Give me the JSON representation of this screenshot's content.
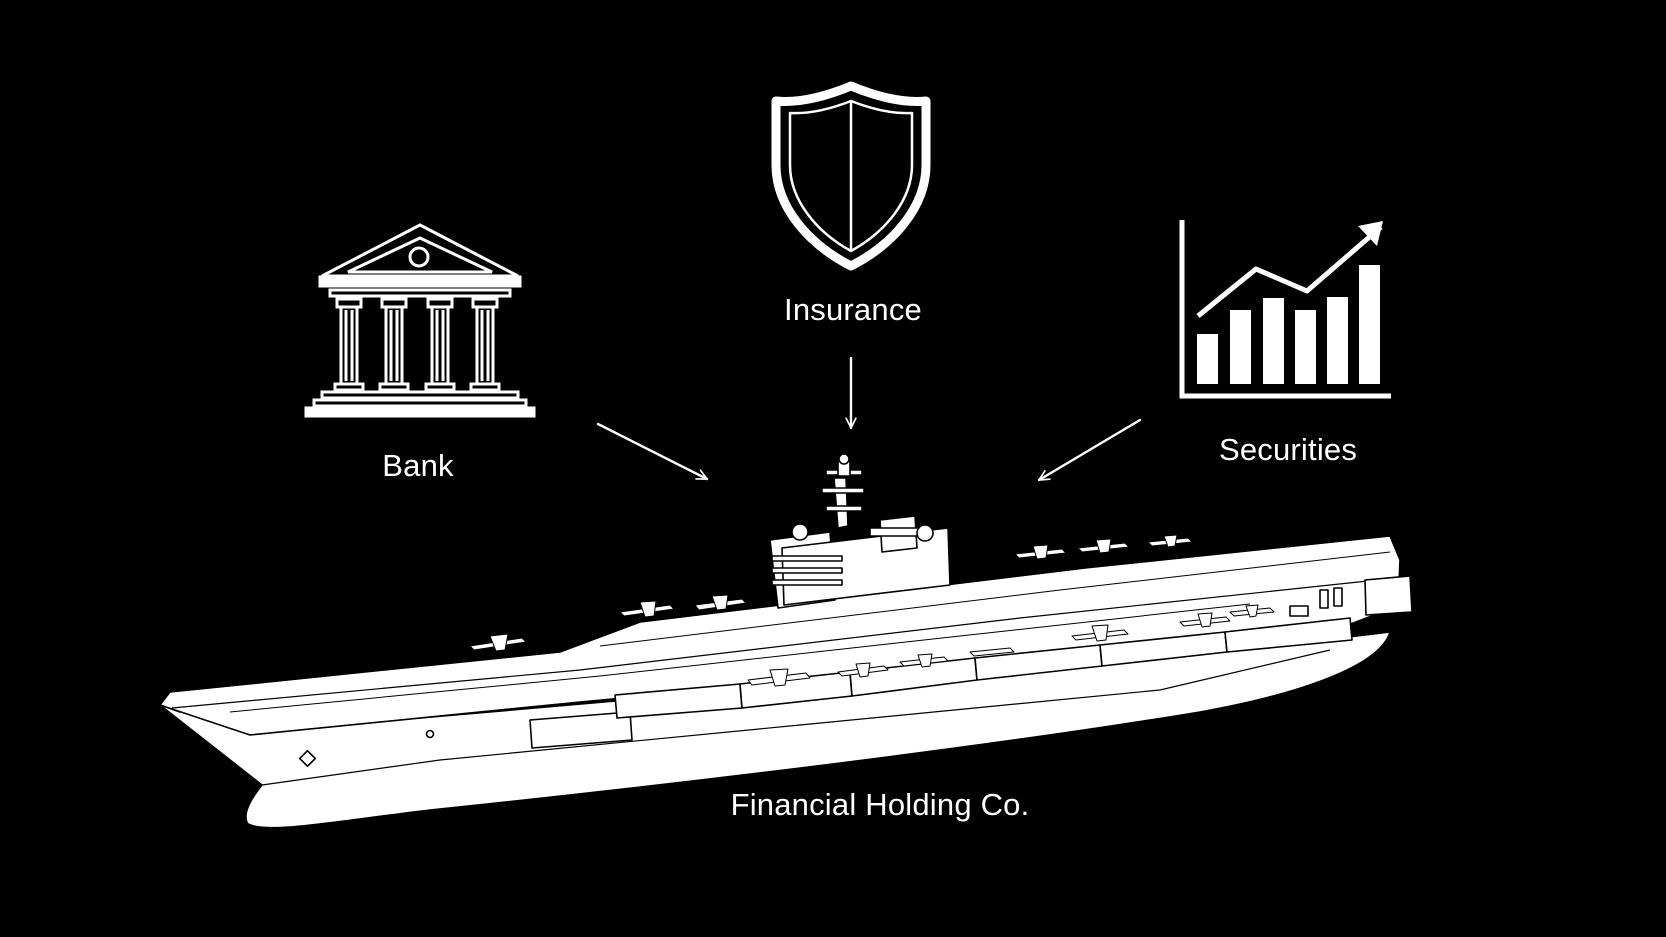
{
  "diagram": {
    "background_color": "#000000",
    "foreground_color": "#ffffff",
    "nodes": [
      {
        "id": "bank",
        "label": "Bank",
        "icon": "bank-building-icon"
      },
      {
        "id": "insurance",
        "label": "Insurance",
        "icon": "shield-icon"
      },
      {
        "id": "securities",
        "label": "Securities",
        "icon": "bar-chart-trend-icon"
      },
      {
        "id": "holding",
        "label": "Financial Holding Co.",
        "icon": "aircraft-carrier-icon"
      }
    ],
    "edges": [
      {
        "from": "bank",
        "to": "holding"
      },
      {
        "from": "insurance",
        "to": "holding"
      },
      {
        "from": "securities",
        "to": "holding"
      }
    ]
  }
}
